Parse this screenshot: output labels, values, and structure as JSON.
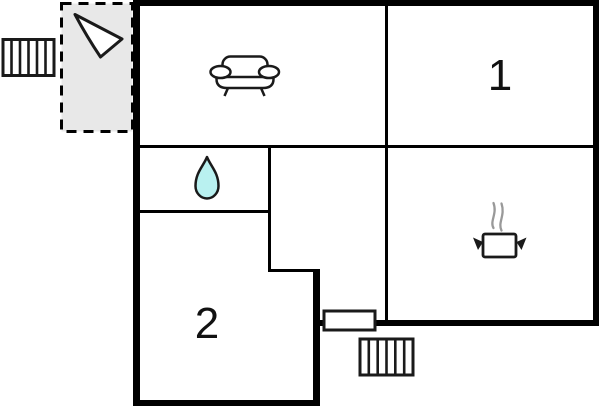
{
  "floorplan": {
    "type": "floor-plan",
    "room_labels": [
      {
        "id": "room-1",
        "label": "1"
      },
      {
        "id": "room-2",
        "label": "2"
      }
    ],
    "icons": [
      {
        "name": "entrance-arrow-icon",
        "meaning": "entrance direction arrow in porch"
      },
      {
        "name": "stairs-icon-left",
        "meaning": "exterior stairs, upper left"
      },
      {
        "name": "stairs-icon-bottom",
        "meaning": "exterior stairs, bottom"
      },
      {
        "name": "sofa-icon",
        "meaning": "living room sofa"
      },
      {
        "name": "water-drop-icon",
        "meaning": "bathroom"
      },
      {
        "name": "cooking-pot-icon",
        "meaning": "kitchen"
      },
      {
        "name": "door-step",
        "meaning": "door opening marker on bottom wall"
      }
    ],
    "colors": {
      "wall": "#000000",
      "background": "#ffffff",
      "porch_fill": "#e8e8e8",
      "water_drop_fill": "#b9f1f0",
      "steam": "#999999",
      "icon_stroke": "#1a1a1a"
    }
  }
}
